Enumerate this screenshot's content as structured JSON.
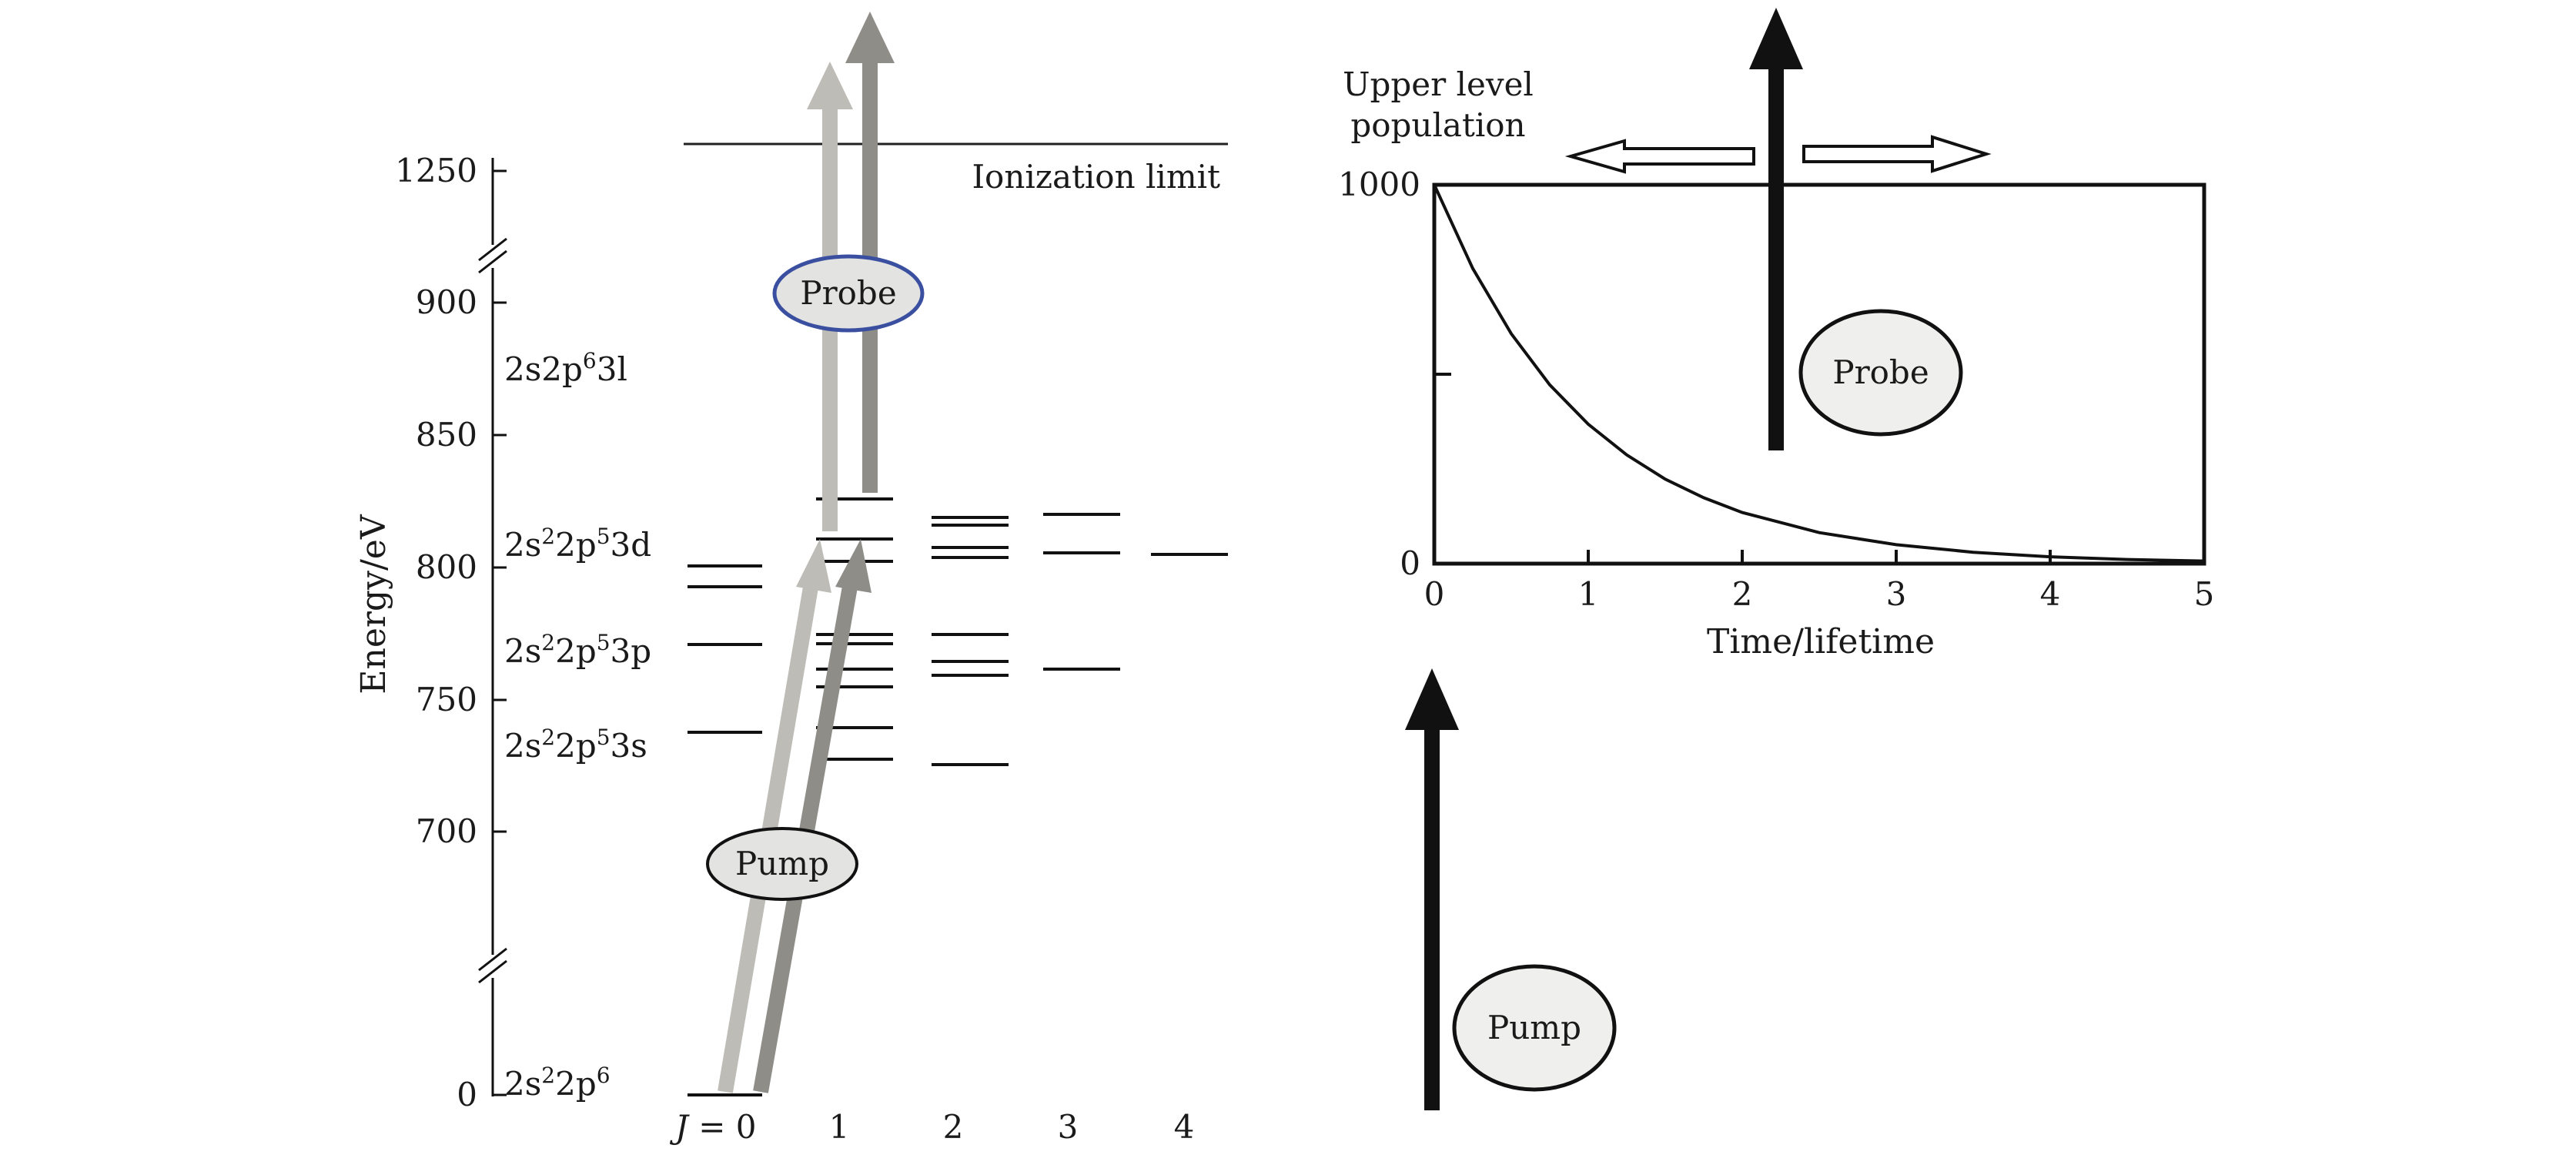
{
  "energy_diagram": {
    "axis_label": "Energy/eV",
    "ticks": [
      "1250",
      "900",
      "850",
      "800",
      "750",
      "700",
      "0"
    ],
    "ionization_label": "Ionization limit",
    "config_labels": {
      "c1": {
        "base": "2s2p",
        "sup": "6",
        "rest": "3l"
      },
      "c2": {
        "base1": "2s",
        "sup1": "2",
        "base2": "2p",
        "sup2": "5",
        "rest": "3d"
      },
      "c3": {
        "base1": "2s",
        "sup1": "2",
        "base2": "2p",
        "sup2": "5",
        "rest": "3p"
      },
      "c4": {
        "base1": "2s",
        "sup1": "2",
        "base2": "2p",
        "sup2": "5",
        "rest": "3s"
      },
      "c5": {
        "base1": "2s",
        "sup1": "2",
        "base2": "2p",
        "sup2": "6",
        "rest": ""
      }
    },
    "j_label_prefix": "J",
    "j_label_eq": " = 0",
    "j_values": [
      "1",
      "2",
      "3",
      "4"
    ],
    "probe_label": "Probe",
    "pump_label": "Pump"
  },
  "population_plot": {
    "ylabel_line1": "Upper level",
    "ylabel_line2": "population",
    "y_ticks": [
      "1000",
      "0"
    ],
    "x_ticks": [
      "0",
      "1",
      "2",
      "3",
      "4",
      "5"
    ],
    "xlabel": "Time/lifetime",
    "probe_label": "Probe",
    "pump_label": "Pump"
  },
  "colors": {
    "light_arrow": "#bdbcb6",
    "dark_arrow": "#8e8d88",
    "probe_outline": "#3a4fa0",
    "bubble_fill": "#e3e3e1",
    "black": "#111111"
  },
  "chart_data": {
    "type": "line",
    "x": [
      0,
      0.25,
      0.5,
      0.75,
      1,
      1.25,
      1.5,
      1.75,
      2,
      2.5,
      3,
      3.5,
      4,
      4.5,
      5
    ],
    "series": [
      {
        "values": [
          1000,
          779,
          607,
          472,
          368,
          287,
          223,
          174,
          135,
          82,
          50,
          30,
          18,
          11,
          7
        ]
      }
    ],
    "xlabel": "Time/lifetime",
    "ylabel": "Upper level population",
    "xlim": [
      0,
      5
    ],
    "ylim": [
      0,
      1000
    ],
    "x_ticks": [
      0,
      1,
      2,
      3,
      4,
      5
    ],
    "y_ticks": [
      0,
      1000
    ],
    "grid": false
  }
}
